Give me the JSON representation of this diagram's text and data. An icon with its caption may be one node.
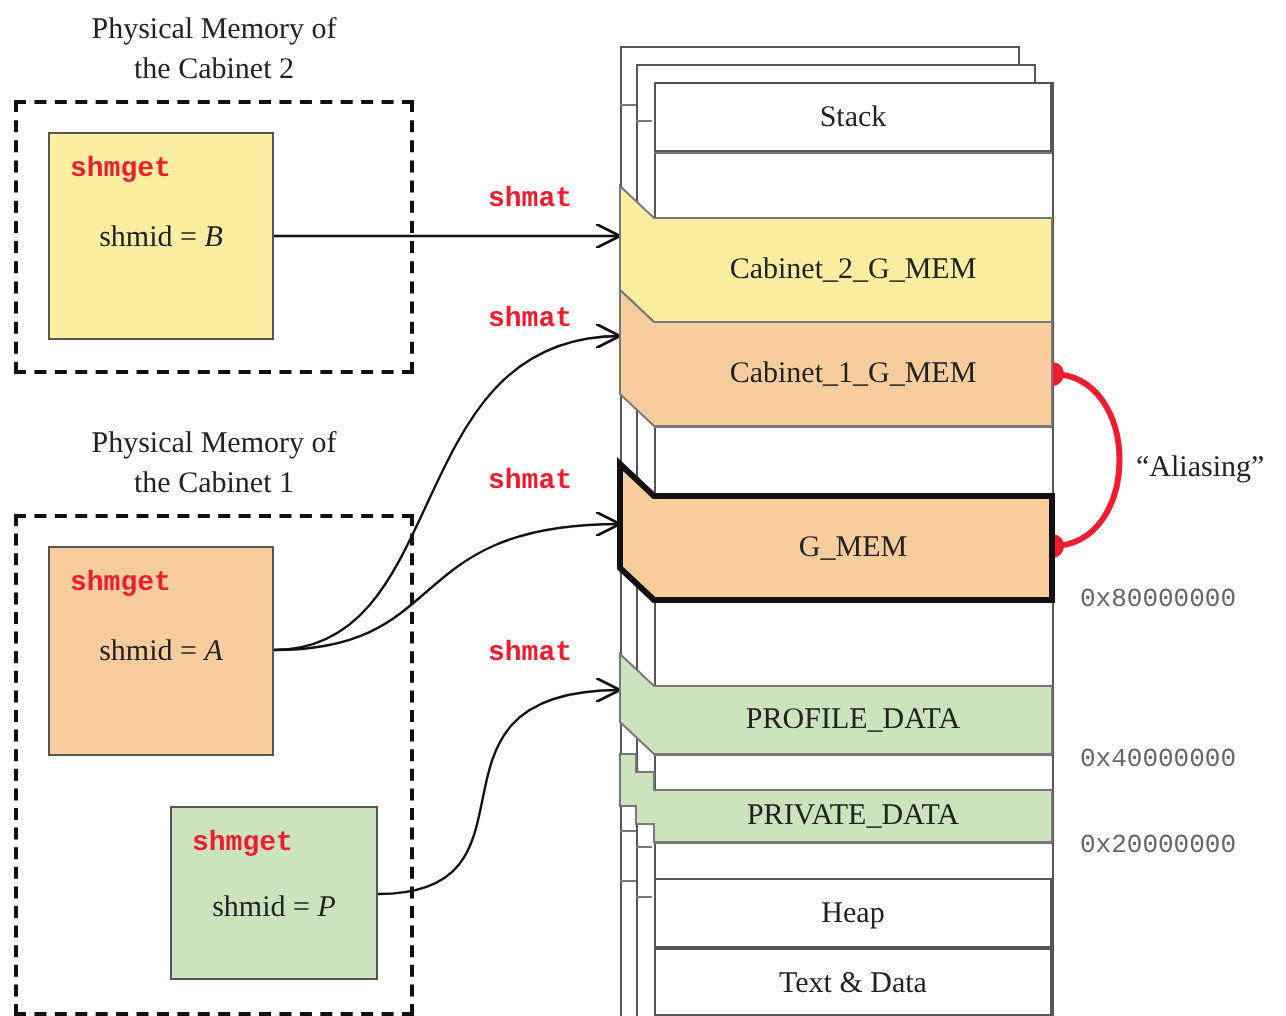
{
  "diagram": {
    "nodes": [
      {
        "text": [
          "Physical Memory of the Cabinet 2"
        ]
      },
      {
        "text": [
          "shmget",
          "shmid = *B*"
        ],
        "in": 0
      },
      {
        "text": [
          "Physical Memory of the Cabinet 1"
        ]
      },
      {
        "text": [
          "shmget",
          "shmid = *A*"
        ],
        "in": 2
      },
      {
        "text": [
          "shmget",
          "shmid = *P*"
        ],
        "in": 2
      },
      {
        "text": [
          "Stack"
        ]
      },
      {
        "text": [
          "Cabinet_2_G_MEM"
        ]
      },
      {
        "text": [
          "Cabinet_1_G_MEM"
        ]
      },
      {
        "text": [
          "G_MEM"
        ]
      },
      {
        "text": [
          "PROFILE_DATA"
        ]
      },
      {
        "text": [
          "PRIVATE_DATA"
        ]
      },
      {
        "text": [
          "Heap"
        ]
      },
      {
        "text": [
          "Text & Data"
        ]
      }
    ],
    "edges": [
      {
        "from": 1,
        "to": 6,
        "arrow": "to",
        "label": "shmat"
      },
      {
        "from": 3,
        "to": 7,
        "arrow": "to",
        "label": "shmat"
      },
      {
        "from": 3,
        "to": 8,
        "arrow": "to",
        "label": "shmat"
      },
      {
        "from": 4,
        "to": 9,
        "arrow": "to",
        "label": "shmat"
      },
      {
        "from": 7,
        "to": 8,
        "arrow": "other",
        "label": "“Aliasing”",
        "style": "thick",
        "color": "#ee1c2e"
      }
    ],
    "labels": [
      "0x80000000",
      "0x40000000",
      "0x20000000"
    ]
  }
}
